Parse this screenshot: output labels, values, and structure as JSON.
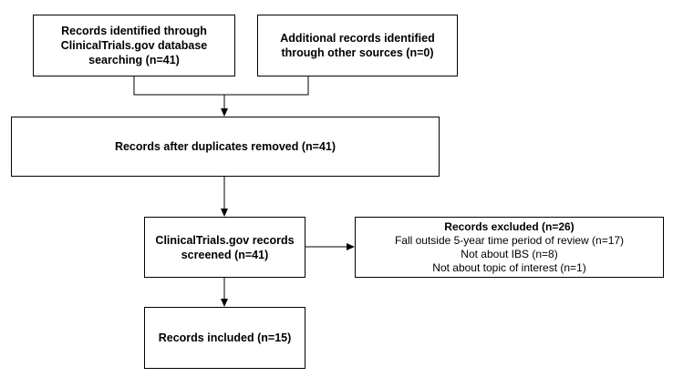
{
  "boxes": {
    "identified_db": {
      "lines": [
        "Records identified through",
        "ClinicalTrials.gov database",
        "searching (n=41)"
      ]
    },
    "identified_other": {
      "lines": [
        "Additional records identified",
        "through other sources (n=0)"
      ]
    },
    "after_duplicates": {
      "lines": [
        "Records after duplicates removed (n=41)"
      ]
    },
    "screened": {
      "lines": [
        "ClinicalTrials.gov records",
        "screened (n=41)"
      ]
    },
    "excluded": {
      "title": "Records excluded (n=26)",
      "reasons": [
        "Fall outside 5-year time period of review (n=17)",
        "Not about IBS (n=8)",
        "Not about topic of interest (n=1)"
      ]
    },
    "included": {
      "lines": [
        "Records included (n=15)"
      ]
    }
  }
}
